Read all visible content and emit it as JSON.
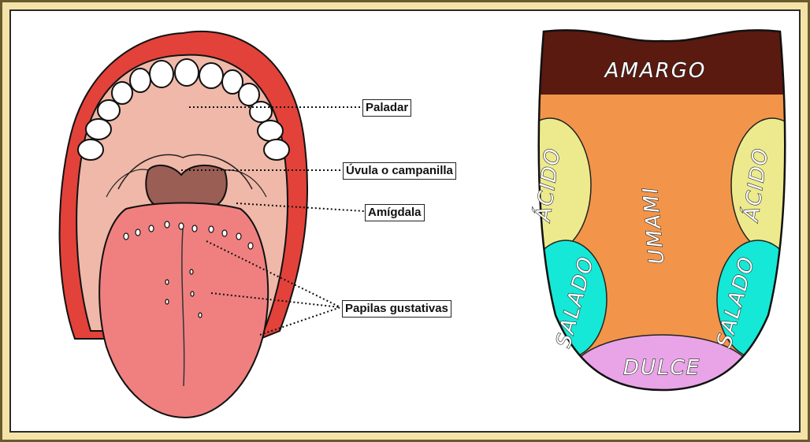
{
  "mouth_labels": {
    "paladar": "Paladar",
    "uvula": "Úvula o campanilla",
    "amigdala": "Amígdala",
    "papilas": "Papilas gustativas"
  },
  "taste_zones": {
    "amargo": "AMARGO",
    "acido_left": "ÁCIDO",
    "acido_right": "ÁCIDO",
    "umami": "UMAMI",
    "salado_left": "SALADO",
    "salado_right": "SALADO",
    "dulce": "DULCE"
  },
  "colors": {
    "amargo": "#5a1a10",
    "acido": "#ecea8c",
    "umami": "#f2954a",
    "salado": "#15e8d6",
    "dulce": "#e8a4e6",
    "lips": "#e2423a",
    "palate": "#f0b8a8",
    "tongue": "#f08080",
    "throat": "#9a5e55"
  }
}
